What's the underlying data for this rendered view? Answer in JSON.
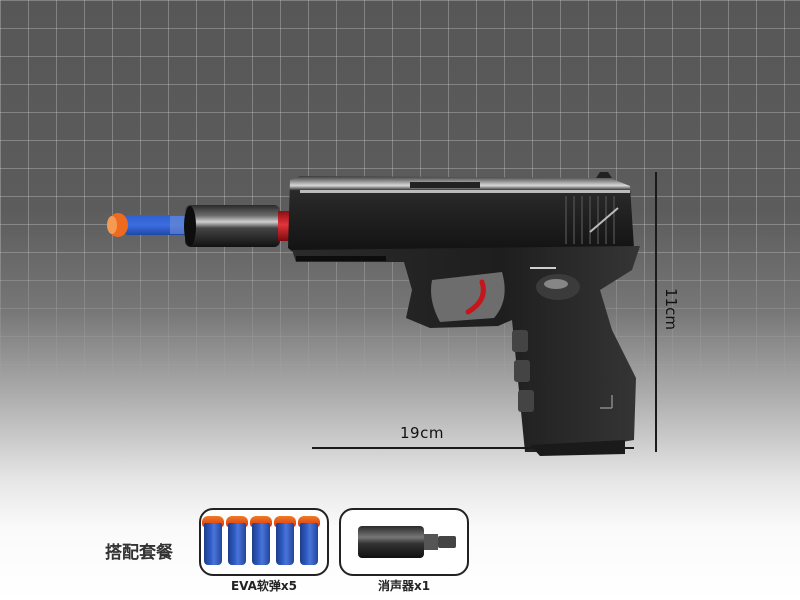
{
  "product": {
    "subject": "toy-pistol-with-silencer-and-foam-dart",
    "colors": {
      "body": "#1c1c1c",
      "trigger": "#c4161c",
      "dart_body": "#2e5bc4",
      "dart_tip": "#e5541a",
      "barrel_ring": "#d01f26"
    }
  },
  "dimensions": {
    "length_label": "19cm",
    "height_label": "11cm"
  },
  "package": {
    "title": "搭配套餐",
    "items": [
      {
        "label": "EVA软弹x5",
        "icon": "foam-dart-icon",
        "count": 5
      },
      {
        "label": "消声器x1",
        "icon": "silencer-icon",
        "count": 1
      }
    ]
  }
}
